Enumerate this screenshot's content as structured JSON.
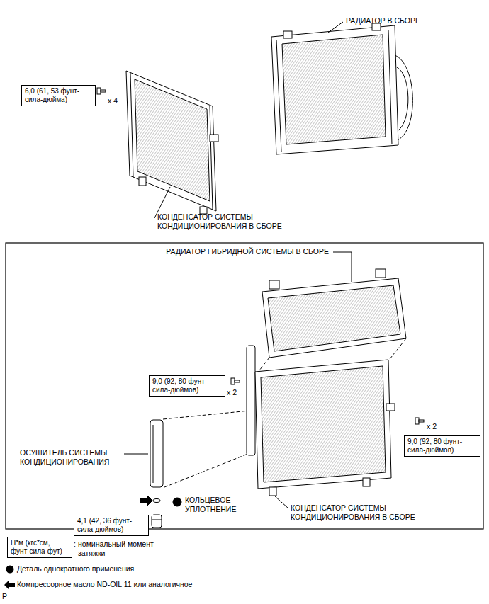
{
  "diagram": {
    "nodes": [
      {
        "text": [
          "6,0 (61, 53 фунт-сила-дюйма)"
        ]
      },
      {
        "text": [
          "9,0 (92, 80 фунт-сила-дюймов)"
        ]
      },
      {
        "text": [
          "9,0 (92, 80 фунт-сила-дюймов)"
        ]
      },
      {
        "text": [
          "4,1 (42, 36 фунт-сила-дюймов)"
        ]
      },
      {
        "text": [
          "Н*м (кгс*см, фунт-сила-фут)"
        ]
      }
    ],
    "labels": [
      "РАДИАТОР В СБОРЕ",
      "x 4",
      "КОНДЕНСАТОР СИСТЕМЫ КОНДИЦИОНИРОВАНИЯ В СБОРЕ",
      "РАДИАТОР ГИБРИДНОЙ СИСТЕМЫ В СБОРЕ",
      "x 2",
      "x 2",
      "ОСУШИТЕЛЬ СИСТЕМЫ КОНДИЦИОНИРОВАНИЯ",
      "КОЛЬЦЕВОЕ УПЛОТНЕНИЕ",
      "КОНДЕНСАТОР СИСТЕМЫ КОНДИЦИОНИРОВАНИЯ В СБОРЕ",
      ":",
      "P"
    ],
    "legend": [
      {
        "text": "номинальный момент затяжки"
      },
      {
        "text": "Деталь однократного применения"
      },
      {
        "text": "Компрессорное масло ND-OIL 11 или аналогичное"
      }
    ]
  }
}
